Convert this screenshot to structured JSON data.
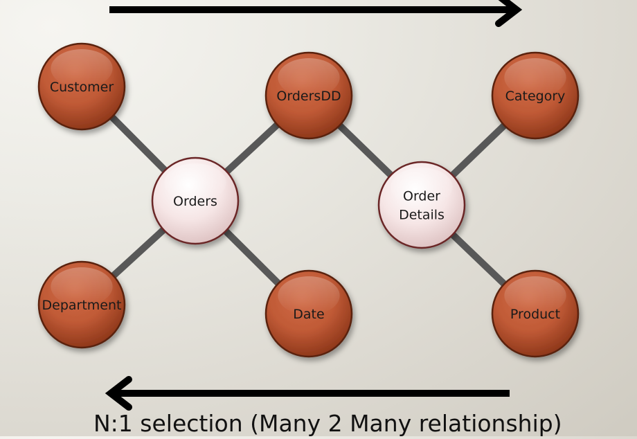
{
  "diagram": {
    "colors": {
      "dimension_node": "#c65b37",
      "fact_node": "#f7e4e4",
      "edge": "#585858",
      "arrow": "#000000"
    },
    "nodes": [
      {
        "id": "customer",
        "label": "Customer",
        "kind": "dimension"
      },
      {
        "id": "department",
        "label": "Department",
        "kind": "dimension"
      },
      {
        "id": "orders",
        "label": "Orders",
        "kind": "fact"
      },
      {
        "id": "ordersdd",
        "label": "OrdersDD",
        "kind": "dimension"
      },
      {
        "id": "date",
        "label": "Date",
        "kind": "dimension"
      },
      {
        "id": "order_details",
        "label": "Order\nDetails",
        "kind": "fact"
      },
      {
        "id": "category",
        "label": "Category",
        "kind": "dimension"
      },
      {
        "id": "product",
        "label": "Product",
        "kind": "dimension"
      }
    ],
    "edges": [
      {
        "from": "customer",
        "to": "orders"
      },
      {
        "from": "department",
        "to": "orders"
      },
      {
        "from": "ordersdd",
        "to": "orders"
      },
      {
        "from": "date",
        "to": "orders"
      },
      {
        "from": "ordersdd",
        "to": "order_details"
      },
      {
        "from": "category",
        "to": "order_details"
      },
      {
        "from": "product",
        "to": "order_details"
      }
    ],
    "arrows": [
      {
        "id": "top",
        "direction": "right"
      },
      {
        "id": "bottom",
        "direction": "left"
      }
    ],
    "caption": "N:1 selection (Many 2 Many relationship)"
  }
}
